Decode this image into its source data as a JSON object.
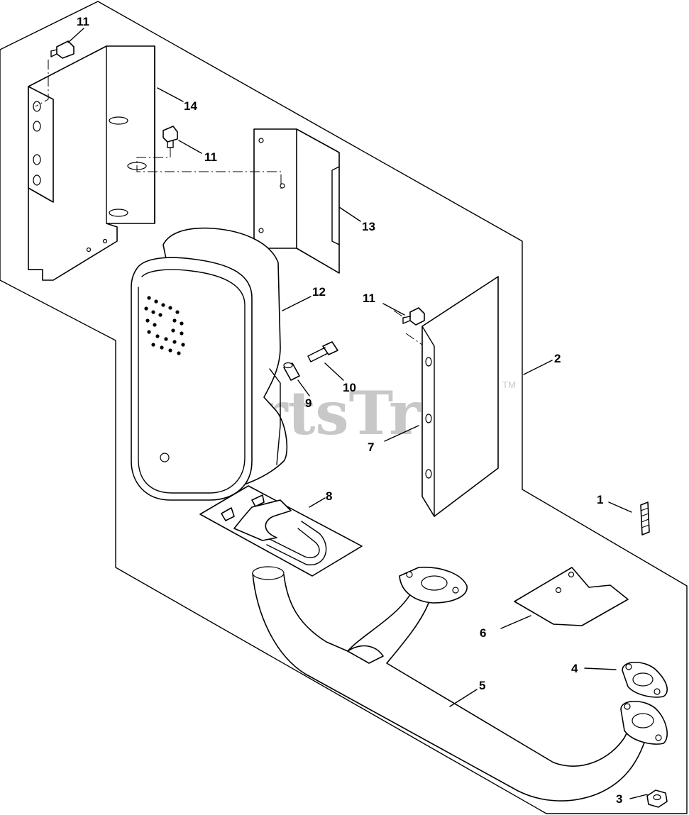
{
  "watermark": {
    "text": "PartsTree",
    "trademark": "TM"
  },
  "callouts": [
    {
      "id": "c-11a",
      "label": "11"
    },
    {
      "id": "c-14",
      "label": "14"
    },
    {
      "id": "c-11b",
      "label": "11"
    },
    {
      "id": "c-13",
      "label": "13"
    },
    {
      "id": "c-12",
      "label": "12"
    },
    {
      "id": "c-11c",
      "label": "11"
    },
    {
      "id": "c-2",
      "label": "2"
    },
    {
      "id": "c-10",
      "label": "10"
    },
    {
      "id": "c-9",
      "label": "9"
    },
    {
      "id": "c-7",
      "label": "7"
    },
    {
      "id": "c-8",
      "label": "8"
    },
    {
      "id": "c-1",
      "label": "1"
    },
    {
      "id": "c-6",
      "label": "6"
    },
    {
      "id": "c-4",
      "label": "4"
    },
    {
      "id": "c-5",
      "label": "5"
    },
    {
      "id": "c-3",
      "label": "3"
    }
  ]
}
